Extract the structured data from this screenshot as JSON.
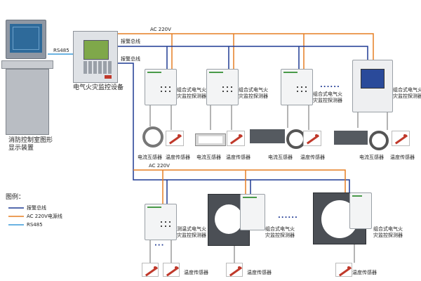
{
  "pc_label": "消防控制室图形\n显示装置",
  "controller_label": "电气火灾监控设备",
  "rs485_label": "RS485",
  "bus_labels": [
    "报警总线",
    "报警总线"
  ],
  "ac_labels": [
    "AC 220V",
    "AC 220V"
  ],
  "detector_label": "组合式电气火\n灾监控探测器",
  "detector_labels_top": [
    "组合式电气火\n灾监控探测器",
    "组合式电气火\n灾监控探测器",
    "组合式电气火\n灾监控探测器",
    "组合式电气火\n灾监控探测器"
  ],
  "detector_labels_bottom": [
    "测温式电气火\n灾监控探测器",
    "组合式电气火\n灾监控探测器",
    "组合式电气火\n灾监控探测器"
  ],
  "ct_label": "电流互感器",
  "temp_label": "温度传感器",
  "ellipsis": "......",
  "legend": {
    "title": "图例：",
    "items": [
      {
        "label": "报警总线",
        "color": "#1f3a93"
      },
      {
        "label": "AC 220V电源线",
        "color": "#e67e22"
      },
      {
        "label": "RS485",
        "color": "#3a9ad9"
      }
    ]
  },
  "colors": {
    "bus": "#1f3a93",
    "ac": "#e67e22",
    "rs485": "#3a9ad9"
  }
}
